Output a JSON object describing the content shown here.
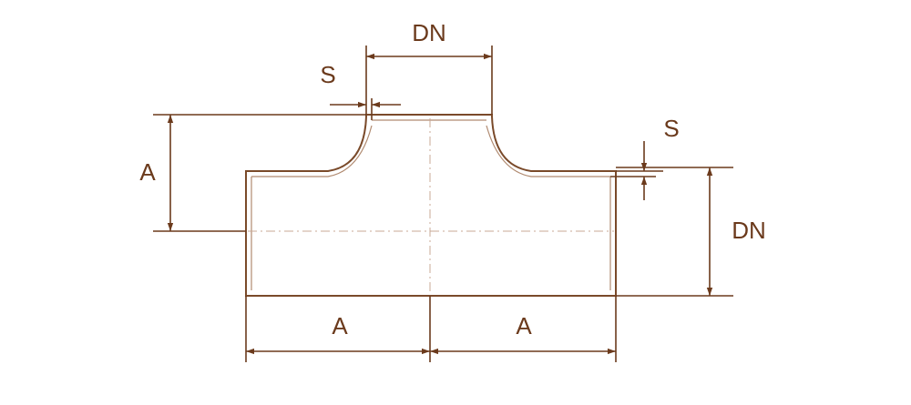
{
  "labels": {
    "dn_top": "DN",
    "s_top": "S",
    "a_left": "A",
    "s_right": "S",
    "dn_right": "DN",
    "a_bottom_left": "A",
    "a_bottom_right": "A"
  },
  "colors": {
    "outline": "#7a4a2a",
    "dimension": "#6b3a1c",
    "centerline": "#c8a894"
  }
}
